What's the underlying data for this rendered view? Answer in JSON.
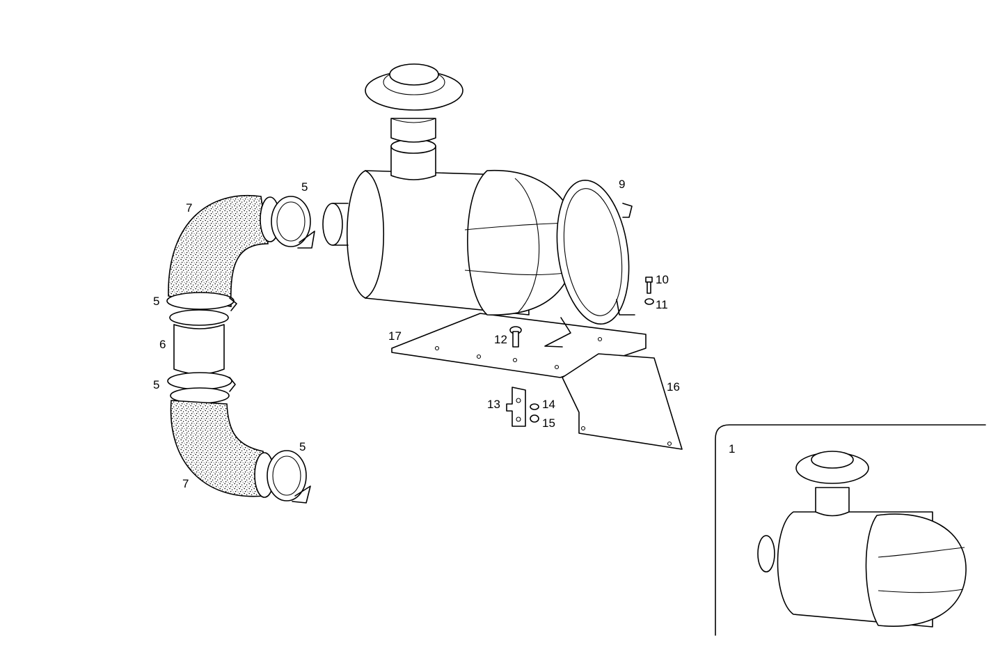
{
  "callouts": {
    "c1": "1",
    "c5a": "5",
    "c5b": "5",
    "c5c": "5",
    "c5d": "5",
    "c6": "6",
    "c7a": "7",
    "c7b": "7",
    "c9": "9",
    "c10": "10",
    "c11": "11",
    "c12": "12",
    "c13": "13",
    "c14": "14",
    "c15": "15",
    "c16": "16",
    "c17": "17"
  },
  "colors": {
    "line": "#000000",
    "background": "#ffffff"
  }
}
